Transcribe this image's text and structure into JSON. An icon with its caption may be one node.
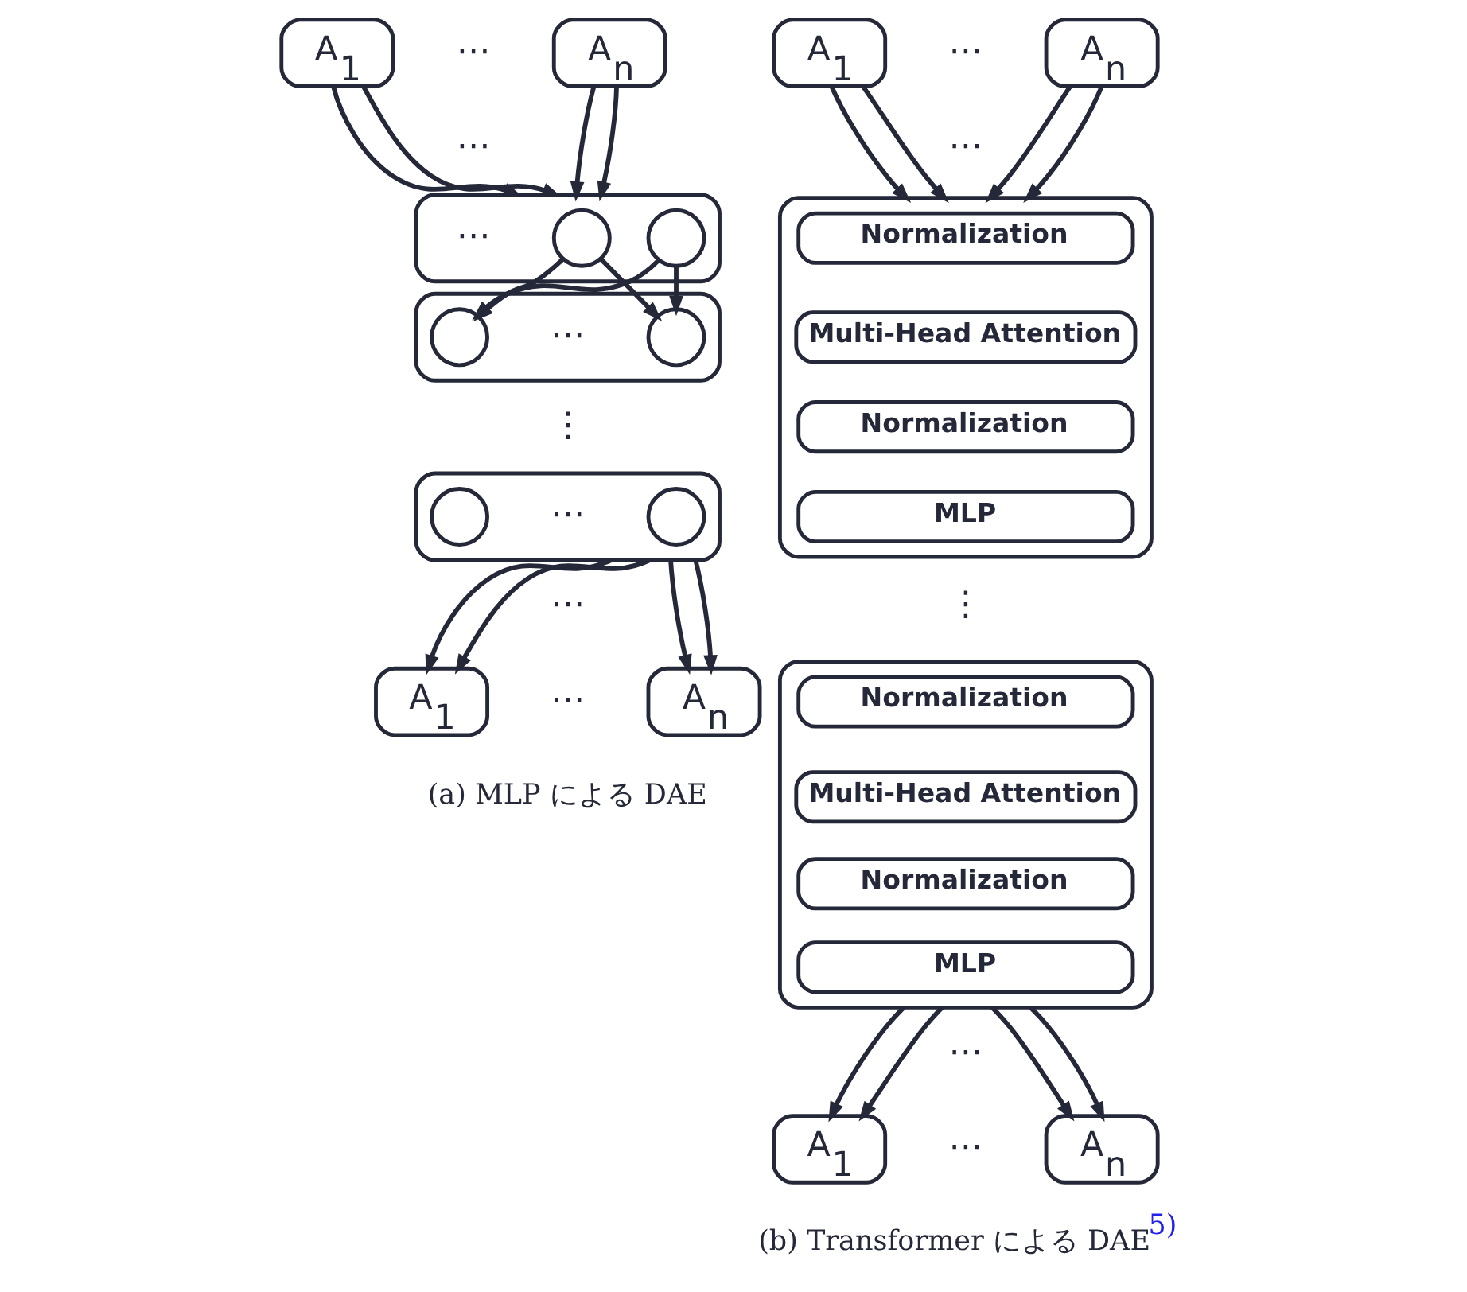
{
  "diagram": {
    "nodes": [
      {
        "text": [
          "A$_{1}$"
        ]
      },
      {
        "text": [
          "A$_{n}$"
        ]
      },
      {
        "text": [],
        "shape": "box"
      },
      {
        "text": [],
        "shape": "circle",
        "in": 2
      },
      {
        "text": [],
        "shape": "circle",
        "in": 2
      },
      {
        "text": [],
        "shape": "box"
      },
      {
        "text": [],
        "shape": "circle",
        "in": 5
      },
      {
        "text": [],
        "shape": "circle",
        "in": 5
      },
      {
        "text": [],
        "shape": "box"
      },
      {
        "text": [],
        "shape": "circle",
        "in": 8
      },
      {
        "text": [],
        "shape": "circle",
        "in": 8
      },
      {
        "text": [
          "A$_{1}$"
        ]
      },
      {
        "text": [
          "A$_{n}$"
        ]
      },
      {
        "text": [
          "A$_{1}$"
        ]
      },
      {
        "text": [
          "A$_{n}$"
        ]
      },
      {
        "text": [],
        "shape": "box"
      },
      {
        "text": [
          "Normalization"
        ],
        "in": 15
      },
      {
        "text": [
          "Multi-Head Attention"
        ],
        "in": 15
      },
      {
        "text": [
          "Normalization"
        ],
        "in": 15
      },
      {
        "text": [
          "MLP"
        ],
        "in": 15
      },
      {
        "text": [],
        "shape": "box"
      },
      {
        "text": [
          "Normalization"
        ],
        "in": 20
      },
      {
        "text": [
          "Multi-Head Attention"
        ],
        "in": 20
      },
      {
        "text": [
          "Normalization"
        ],
        "in": 20
      },
      {
        "text": [
          "MLP"
        ],
        "in": 20
      },
      {
        "text": [
          "A$_{1}$"
        ]
      },
      {
        "text": [
          "A$_{n}$"
        ]
      }
    ],
    "edges": [
      {
        "from": 0,
        "to": 2,
        "arrow": "to"
      },
      {
        "from": 0,
        "to": 2,
        "arrow": "to"
      },
      {
        "from": 1,
        "to": 2,
        "arrow": "to"
      },
      {
        "from": 1,
        "to": 2,
        "arrow": "to"
      },
      {
        "from": 3,
        "to": 6,
        "arrow": "to"
      },
      {
        "from": 3,
        "to": 7,
        "arrow": "to"
      },
      {
        "from": 4,
        "to": 6,
        "arrow": "to"
      },
      {
        "from": 4,
        "to": 7,
        "arrow": "to"
      },
      {
        "from": 8,
        "to": 11,
        "arrow": "to"
      },
      {
        "from": 8,
        "to": 11,
        "arrow": "to"
      },
      {
        "from": 8,
        "to": 12,
        "arrow": "to"
      },
      {
        "from": 8,
        "to": 12,
        "arrow": "to"
      },
      {
        "from": 13,
        "to": 15,
        "arrow": "to"
      },
      {
        "from": 13,
        "to": 15,
        "arrow": "to"
      },
      {
        "from": 14,
        "to": 15,
        "arrow": "to"
      },
      {
        "from": 14,
        "to": 15,
        "arrow": "to"
      },
      {
        "from": 20,
        "to": 25,
        "arrow": "to"
      },
      {
        "from": 20,
        "to": 25,
        "arrow": "to"
      },
      {
        "from": 20,
        "to": 26,
        "arrow": "to"
      },
      {
        "from": 20,
        "to": 26,
        "arrow": "to"
      }
    ],
    "labels": [
      "⋯",
      "⋯",
      "⋯",
      "⋯",
      "⋮",
      "⋯",
      "⋯",
      "⋯",
      "(a) MLP による DAE",
      "⋯",
      "⋯",
      "⋮",
      "⋯",
      "⋯",
      "(b) Transformer による DAE$^{5)}$"
    ]
  }
}
